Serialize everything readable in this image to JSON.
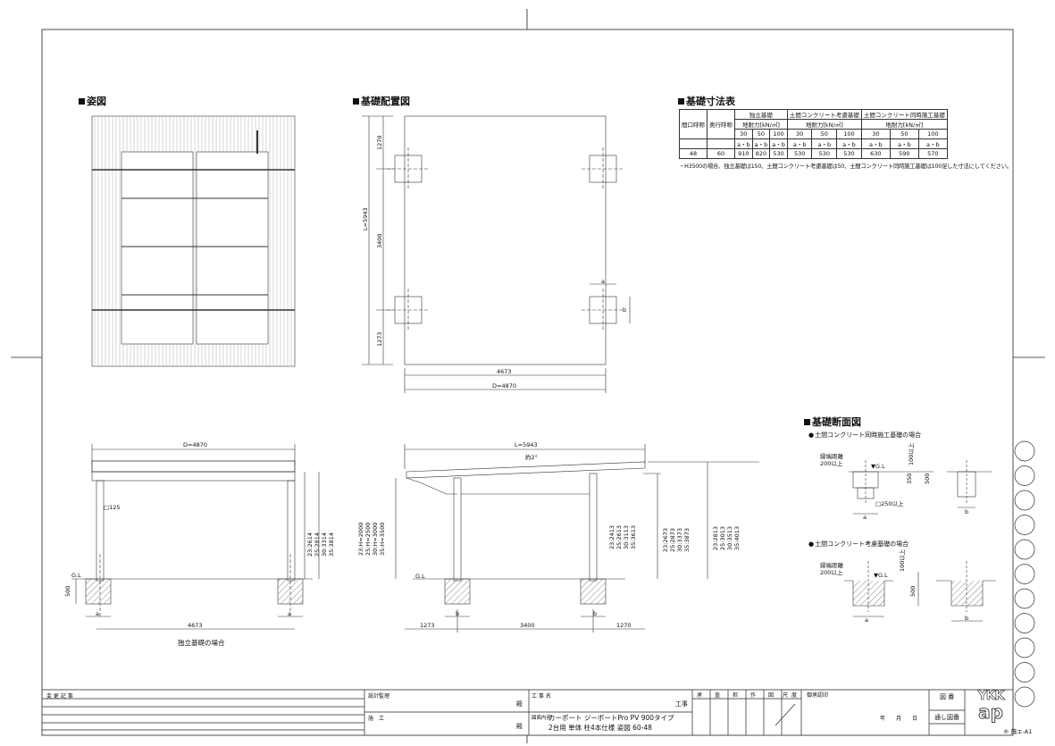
{
  "sections": {
    "sugata": "姿図",
    "kiso_haichi": "基礎配置図",
    "kiso_sunpo": "基礎寸法表",
    "kiso_danmen": "基礎断面図"
  },
  "dim_table": {
    "header_row1": [
      "間口呼称",
      "奥行呼称",
      "独立基礎",
      "土間コンクリート考慮基礎",
      "土間コンクリート同時施工基礎"
    ],
    "bearing_label": "地耐力[kN/㎡]",
    "bearing_values": [
      "30",
      "50",
      "100",
      "30",
      "50",
      "100",
      "30",
      "50",
      "100"
    ],
    "ab_label": "a・b",
    "row": {
      "maguchi": "48",
      "okuyuki": "60",
      "values": [
        "910",
        "820",
        "530",
        "530",
        "530",
        "530",
        "630",
        "590",
        "570"
      ]
    },
    "note": "・H3500の場合、独立基礎は150、土間コンクリート考慮基礎は50、土間コンクリート同時施工基礎は100足した寸法にしてください。"
  },
  "plan_dims": {
    "L": "L=5943",
    "d1270": "1270",
    "d3400": "3400",
    "d1273": "1273",
    "d4673": "4673",
    "D": "D=4870",
    "a": "a",
    "b": "b"
  },
  "elev_left": {
    "D": "D=4870",
    "post": "□125",
    "gl": "G.L",
    "d500": "500",
    "a1": "a",
    "a2": "a",
    "d4673": "4673",
    "heights": [
      "23:2614",
      "25:2814",
      "30:3314",
      "35:3814"
    ],
    "caption": "独立基礎の場合"
  },
  "elev_right": {
    "L": "L=5943",
    "slope": "約2°",
    "gl": "G.L",
    "h_left": [
      "23:H=2000",
      "25:H=2500",
      "30:H=3000",
      "35:H=3500"
    ],
    "h_mid": [
      "23:2413",
      "25:2613",
      "30:3113",
      "35:3613"
    ],
    "h_right1": [
      "23:2673",
      "25:2873",
      "30:3373",
      "35:3873"
    ],
    "h_right2": [
      "23:2813",
      "25:3013",
      "30:3513",
      "35:4013"
    ],
    "b1": "b",
    "b2": "b",
    "d1273": "1273",
    "d3400": "3400",
    "d1270": "1270"
  },
  "section_detail": {
    "case1": "土間コンクリート同時施工基礎の場合",
    "case2": "土間コンクリート考慮基礎の場合",
    "edge": "縁端距離",
    "edge_min": "200以上",
    "gl": "▼G.L",
    "d100": "100以上",
    "d350": "350",
    "d500": "500",
    "sq250": "□250以上",
    "a": "a",
    "b": "b"
  },
  "title_block": {
    "henko": "変 更 記 事",
    "sekkei": "設計監理",
    "seko": "施　工",
    "dono1": "殿",
    "dono2": "殿",
    "koji_name_label": "工 事 名",
    "koji": "工事",
    "zumen_label": "図面内容",
    "content1": "カーポート ジーポートPro PV 900タイプ",
    "content2": "2台用 単体 柱4本仕様 姿図 60-48",
    "stamps": [
      "承",
      "査",
      "担",
      "作",
      "図",
      "尺",
      "度"
    ],
    "saishu": "御承認印",
    "date": "年　　月　　日",
    "zuban": "図 番",
    "toshi": "通し図番",
    "logo_top": "YKK",
    "logo_bottom": "ap",
    "code": "® 施エ-A1"
  }
}
